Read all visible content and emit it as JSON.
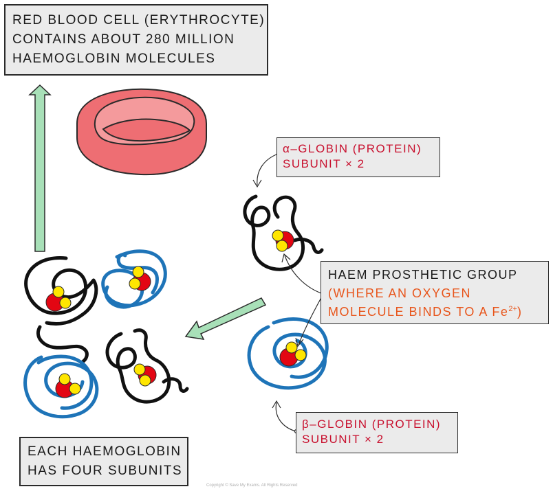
{
  "top_box": {
    "line1": "RED BLOOD CELL (ERYTHROCYTE)",
    "line2": "CONTAINS ABOUT 280 MILLION",
    "line3": "HAEMOGLOBIN MOLECULES"
  },
  "alpha_box": {
    "line1": "α–GLOBIN (PROTEIN)",
    "line2": "SUBUNIT × 2"
  },
  "haem_box": {
    "line1": "HAEM PROSTHETIC GROUP",
    "line2": "(WHERE AN OXYGEN",
    "line3_prefix": "MOLECULE BINDS TO A Fe",
    "line3_sup": "2+",
    "line3_suffix": ")"
  },
  "beta_box": {
    "line1": "β–GLOBIN (PROTEIN)",
    "line2": "SUBUNIT × 2"
  },
  "bottom_box": {
    "line1": "EACH HAEMOGLOBIN",
    "line2": "HAS FOUR SUBUNITS"
  },
  "copyright": "Copyright © Save My Exams. All Rights Reserved",
  "colors": {
    "alpha_chain": "#111111",
    "beta_chain": "#1e74b8",
    "haem_red": "#e30613",
    "oxygen_yellow": "#ffe600",
    "arrow_green": "#a8e0b8",
    "cell_outer": "#ee6e73",
    "cell_inner": "#f49a9c",
    "label_red": "#c8102e",
    "label_orange": "#e8551b"
  }
}
